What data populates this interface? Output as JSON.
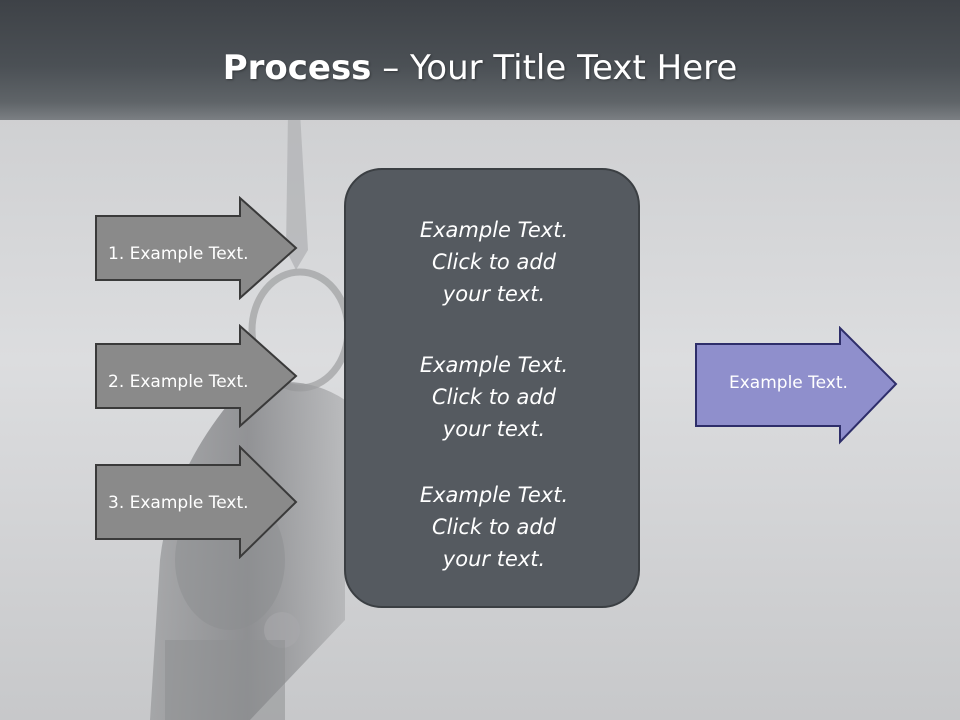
{
  "slide": {
    "title_bold": "Process",
    "title_rest": " – Your Title Text Here"
  },
  "left_arrows": [
    {
      "label": "1. Example Text."
    },
    {
      "label": "2. Example Text."
    },
    {
      "label": "3. Example Text."
    }
  ],
  "center_box": {
    "blocks": [
      {
        "lines": [
          "Example Text.",
          "Click  to add",
          "your text."
        ]
      },
      {
        "lines": [
          "Example Text.",
          "Click  to add",
          "your text."
        ]
      },
      {
        "lines": [
          "Example Text.",
          "Click  to add",
          "your text."
        ]
      }
    ]
  },
  "right_arrow": {
    "label": "Example Text."
  },
  "colors": {
    "gray_arrow": "#8a8a8a",
    "gray_arrow_border": "#3a3a3a",
    "center_box": "#555a60",
    "right_arrow": "#8f8fcc",
    "right_arrow_border": "#2e2e6a"
  }
}
